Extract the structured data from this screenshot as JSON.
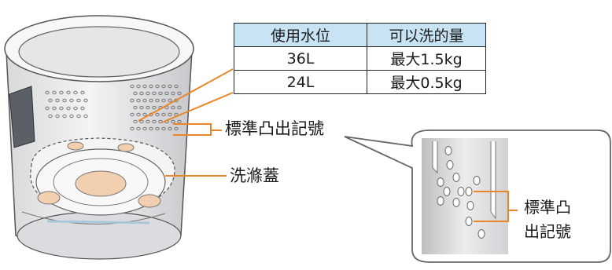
{
  "water_table": {
    "headers": [
      "使用水位",
      "可以洗的量"
    ],
    "rows": [
      [
        "36L",
        "最大1.5kg"
      ],
      [
        "24L",
        "最大0.5kg"
      ]
    ]
  },
  "labels": {
    "standard_mark": "標準凸出記號",
    "lid": "洗滌蓋",
    "zoom_line1": "標準凸",
    "zoom_line2": "出記號"
  },
  "colors": {
    "callout": "#e8872a",
    "header_fill": "#c8e4f4",
    "pulsator": "#f2cfae"
  }
}
